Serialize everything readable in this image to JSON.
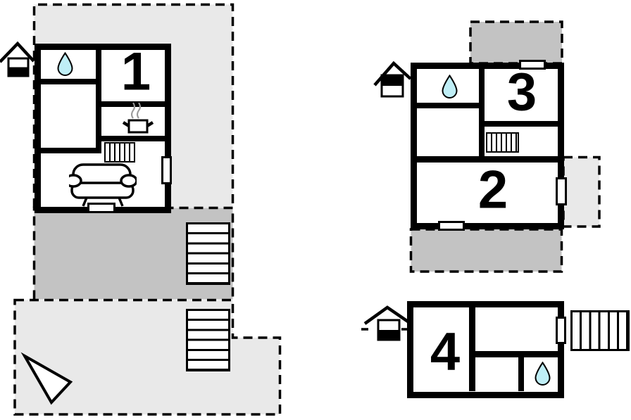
{
  "title": "holiday-home-floor-plan",
  "rooms": [
    {
      "label": "1"
    },
    {
      "label": "2"
    },
    {
      "label": "3"
    },
    {
      "label": "4"
    }
  ],
  "colors": {
    "area_light": "#e9e9e9",
    "area_dark": "#c3c3c3",
    "wall": "#000000",
    "water_drop": "#bfeef6",
    "steam": "#999999",
    "white": "#ffffff"
  },
  "icons": [
    "entrance-house-icon",
    "water-drop-icon",
    "cooking-pot-icon",
    "radiator-icon",
    "sofa-icon",
    "stairs-icon",
    "window-marker",
    "door-marker",
    "north-arrow-icon"
  ]
}
